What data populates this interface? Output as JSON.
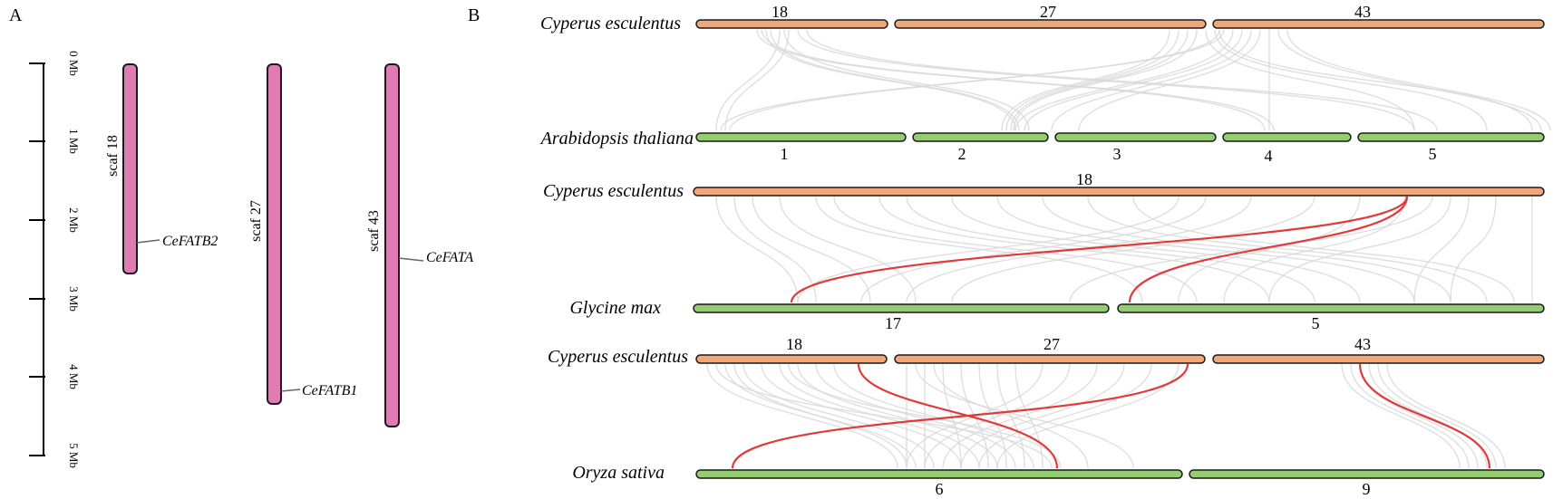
{
  "colors": {
    "chromosome_fill": "#e07bb4",
    "query_fill": "#f2a77a",
    "target_fill": "#93cd6f",
    "synteny_gray": "#d9d9d9",
    "synteny_red": "#e03a3a",
    "outline": "#1a1a1a"
  },
  "panel_a": {
    "letter": "A",
    "scale_ticks": [
      "0 Mb",
      "1 Mb",
      "2 Mb",
      "3 Mb",
      "4 Mb",
      "5 Mb"
    ],
    "chromosomes": [
      {
        "name": "scaf 18",
        "length_mb": 2.65,
        "gene": "CeFATB2",
        "gene_pos_mb": 2.27
      },
      {
        "name": "scaf 27",
        "length_mb": 4.32,
        "gene": "CeFATB1",
        "gene_pos_mb": 4.16
      },
      {
        "name": "scaf 43",
        "length_mb": 4.6,
        "gene": "CeFATA",
        "gene_pos_mb": 2.5
      }
    ]
  },
  "panel_b": {
    "letter": "B",
    "comparisons": [
      {
        "query": {
          "species": "Cyperus esculentus",
          "chromosomes": [
            "18",
            "27",
            "43"
          ]
        },
        "target": {
          "species": "Arabidopsis thaliana",
          "chromosomes": [
            "1",
            "2",
            "3",
            "4",
            "5"
          ]
        }
      },
      {
        "query": {
          "species": "Cyperus esculentus",
          "chromosomes": [
            "18"
          ]
        },
        "target": {
          "species": "Glycine max",
          "chromosomes": [
            "17",
            "5"
          ]
        }
      },
      {
        "query": {
          "species": "Cyperus esculentus",
          "chromosomes": [
            "18",
            "27",
            "43"
          ]
        },
        "target": {
          "species": "Oryza sativa",
          "chromosomes": [
            "6",
            "9"
          ]
        }
      }
    ]
  }
}
